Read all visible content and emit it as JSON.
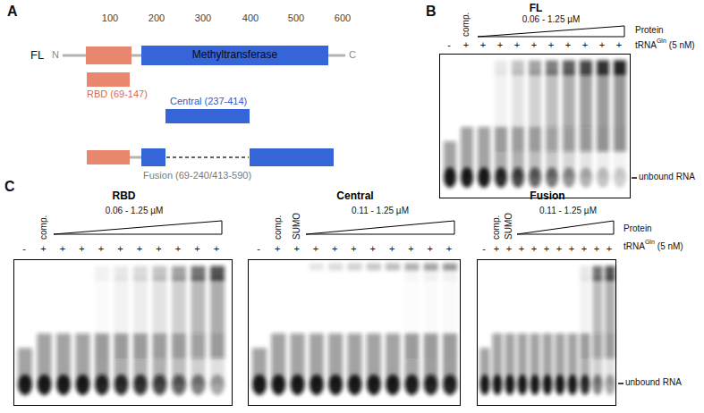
{
  "diagram": {
    "nodes": [
      {
        "text": [
          "Methyltransferase"
        ]
      },
      {
        "text": [
          "RBD (69-147)"
        ]
      },
      {
        "text": [
          "Central (237-414)"
        ]
      },
      {
        "text": [
          "FL"
        ]
      },
      {
        "text": [
          "RBD"
        ]
      },
      {
        "text": [
          "Central"
        ]
      },
      {
        "text": [
          "Fusion"
        ]
      }
    ],
    "labels": [
      "A",
      "100",
      "200",
      "300",
      "400",
      "500",
      "600",
      "FL",
      "N",
      "C",
      "Fusion (69-240/413-590)",
      "B",
      "comp.",
      "0.06 - 1.25 µM",
      "Protein",
      "tRNA",
      "Gln",
      "(5 nM)",
      "-",
      "+",
      "+",
      "+",
      "+",
      "+",
      "+",
      "+",
      "+",
      "+",
      "+",
      "unbound RNA",
      "C",
      "comp.",
      "0.06 - 1.25 µM",
      "-",
      "+",
      "+",
      "+",
      "+",
      "+",
      "+",
      "+",
      "+",
      "+",
      "+",
      "comp.",
      "SUMO",
      "0.11 - 1.25 µM",
      "-",
      "+",
      "+",
      "+",
      "+",
      "+",
      "+",
      "+",
      "+",
      "+",
      "+",
      "comp.",
      "SUMO",
      "0.11 - 1.25 µM",
      "Protein",
      "tRNA",
      "Gln",
      "(5 nM)",
      "-",
      "+",
      "+",
      "+",
      "+",
      "+",
      "+",
      "+",
      "+",
      "+",
      "+",
      "unbound RNA"
    ]
  }
}
